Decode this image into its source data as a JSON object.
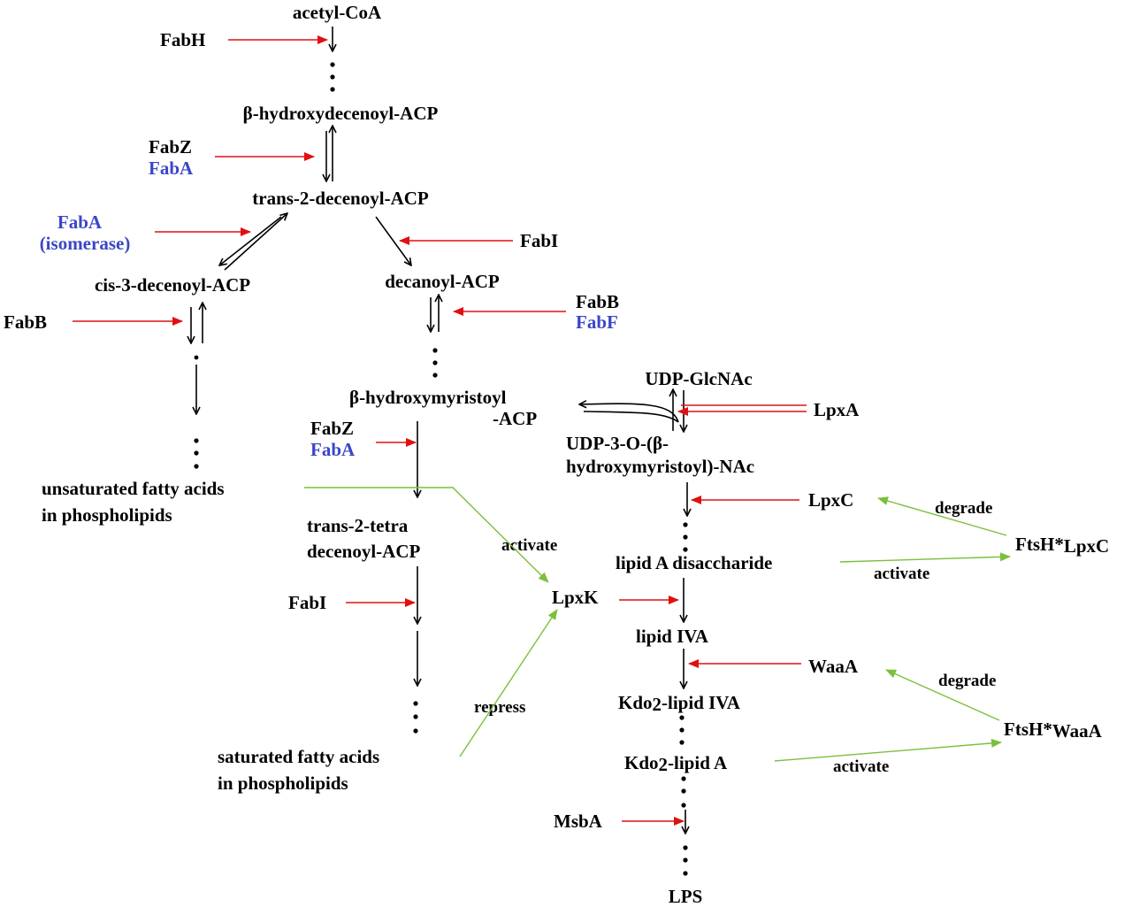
{
  "metabolites": {
    "acetyl_coa": "acetyl-CoA",
    "hydroxydecenoyl_acp": "β-hydroxydecenoyl-ACP",
    "trans2_decenoyl_acp": "trans-2-decenoyl-ACP",
    "cis3_decenoyl_acp": "cis-3-decenoyl-ACP",
    "decanoyl_acp": "decanoyl-ACP",
    "hydroxymyristoyl_acp_1": "β-hydroxymyristoyl",
    "hydroxymyristoyl_acp_2": "-ACP",
    "udp_glcnac": "UDP-GlcNAc",
    "udp3o_1": "UDP-3-O-(β-",
    "udp3o_2": "hydroxymyristoyl)-NAc",
    "unsat_fa_1": "unsaturated fatty acids",
    "unsat_fa_2": "in phospholipids",
    "trans2_tetra_1": "trans-2-tetra",
    "trans2_tetra_2": "decenoyl-ACP",
    "lipid_a_disaccharide": "lipid A disaccharide",
    "lipid_iva": "lipid IVA",
    "kdo2_lipid_iva_pre": "Kdo",
    "kdo2_lipid_iva_sub": "2",
    "kdo2_lipid_iva_post": "-lipid IVA",
    "kdo2_lipid_a_pre": "Kdo",
    "kdo2_lipid_a_sub": "2",
    "kdo2_lipid_a_post": "-lipid A",
    "sat_fa_1": "saturated fatty acids",
    "sat_fa_2": "in phospholipids",
    "lps": "LPS"
  },
  "enzymes": {
    "fabh": "FabH",
    "fabz_1": "FabZ",
    "faba_1": "FabA",
    "faba_isomerase_1": "FabA",
    "faba_isomerase_2": "(isomerase)",
    "fabi_1": "FabI",
    "fabb_1": "FabB",
    "fabb_2": "FabB",
    "fabf": "FabF",
    "lpxa": "LpxA",
    "fabz_2": "FabZ",
    "faba_2": "FabA",
    "lpxc": "LpxC",
    "fabi_2": "FabI",
    "lpxk": "LpxK",
    "waaa": "WaaA",
    "msba": "MsbA",
    "ftsh_lpxc": "FtsH*",
    "ftsh_lpxc_sub": "LpxC",
    "ftsh_waaa": "FtsH*",
    "ftsh_waaa_sub": "WaaA"
  },
  "regulation_labels": {
    "activate_lpxk": "activate",
    "repress_lpxk": "repress",
    "degrade_lpxc": "degrade",
    "activate_ftsh_lpxc": "activate",
    "degrade_waaa": "degrade",
    "activate_ftsh_waaa": "activate"
  },
  "colors": {
    "metabolite_text": "#000000",
    "highlight_enzyme_text": "#3a46c6",
    "enzyme_arrow": "#e01010",
    "regulation_arrow": "#7cbf3c",
    "pathway_arrow": "#000000"
  }
}
